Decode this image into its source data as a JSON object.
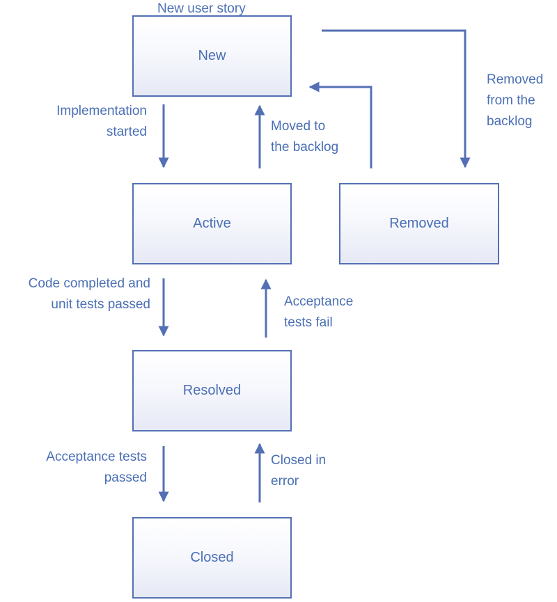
{
  "diagram": {
    "top_label": "New user story",
    "colors": {
      "stroke": "#5470b4",
      "text": "#4a6fb5",
      "box_fill_bottom": "#e6e9f5"
    },
    "states": {
      "new": "New",
      "active": "Active",
      "removed": "Removed",
      "resolved": "Resolved",
      "closed": "Closed"
    },
    "transitions": {
      "implementation_started": [
        "Implementation",
        "started"
      ],
      "moved_to_backlog": [
        "Moved to",
        "the backlog"
      ],
      "removed_from_backlog": [
        "Removed",
        "from the",
        "backlog"
      ],
      "code_completed": [
        "Code completed and",
        "unit tests passed"
      ],
      "acceptance_fail": [
        "Acceptance",
        "tests fail"
      ],
      "acceptance_passed": [
        "Acceptance tests",
        "passed"
      ],
      "closed_in_error": [
        "Closed in",
        "error"
      ]
    }
  }
}
